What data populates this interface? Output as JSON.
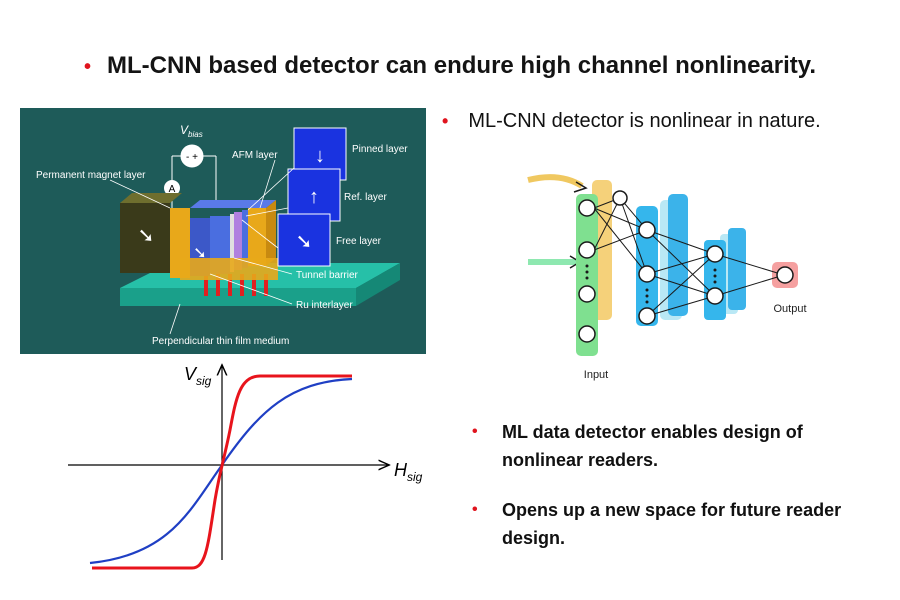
{
  "slide": {
    "title": "ML-CNN based detector can endure high channel nonlinearity.",
    "bullets": [
      "ML-CNN detector is nonlinear in nature.",
      "ML data detector enables design of nonlinear readers.",
      "Opens up a new space for future reader design."
    ],
    "bullet_glyph": "•"
  },
  "reader_diagram": {
    "bias_label": "V",
    "bias_sub": "bias",
    "bias_sign": "- +",
    "ammeter": "A",
    "labels": {
      "permanent_magnet": "Permanent magnet layer",
      "afm": "AFM layer",
      "pinned": "Pinned layer",
      "ref": "Ref. layer",
      "free": "Free layer",
      "tunnel": "Tunnel barrier",
      "ru": "Ru interlayer",
      "medium": "Perpendicular thin film medium"
    },
    "arrows": {
      "pinned": "↓",
      "ref": "↑"
    }
  },
  "network": {
    "input_label": "Input",
    "output_label": "Output"
  },
  "transfer_plot": {
    "ylabel": "V",
    "ylabel_sub": "sig",
    "xlabel": "H",
    "xlabel_sub": "sig",
    "colors": {
      "steep": "#e8141c",
      "gradual": "#1f3fc4"
    }
  },
  "colors": {
    "accent": "#e0141e",
    "panel": "#1e5b59"
  }
}
